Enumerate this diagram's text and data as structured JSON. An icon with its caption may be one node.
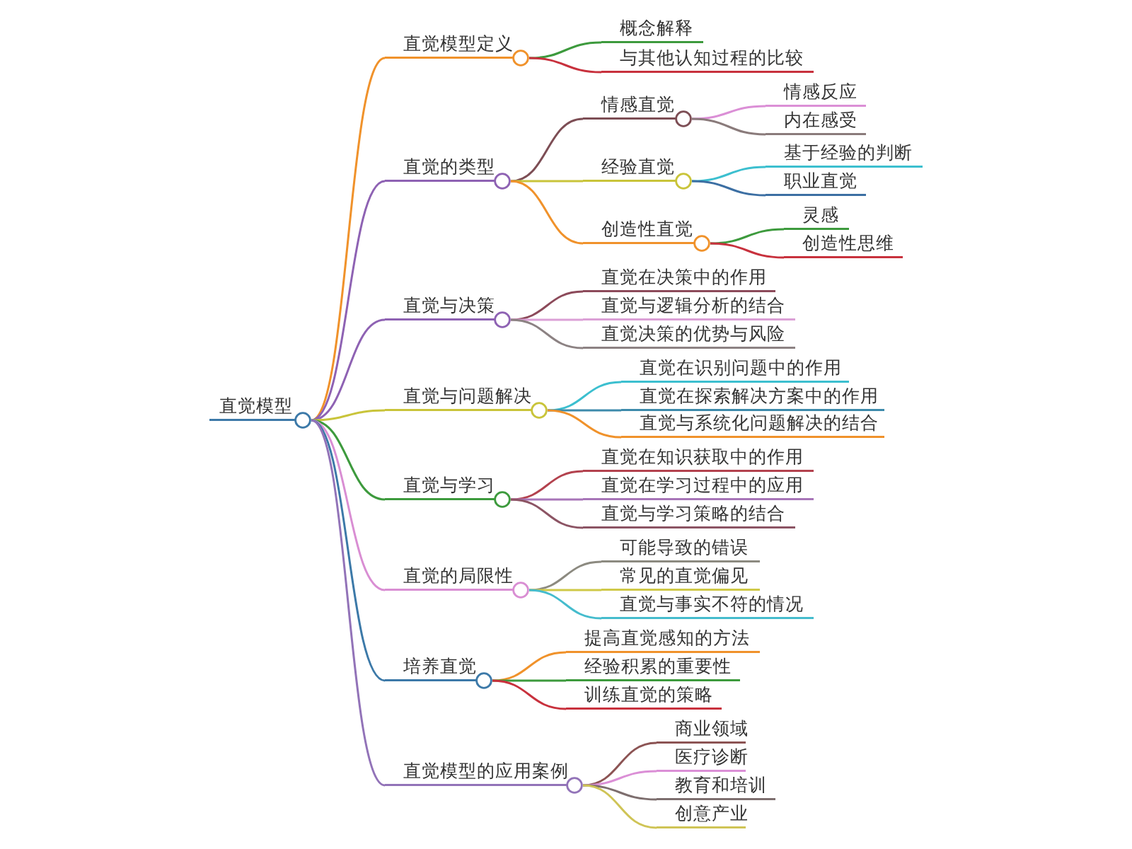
{
  "diagram": {
    "nodes": [
      {
        "text": [
          "直觉模型"
        ]
      },
      {
        "text": [
          "直觉模型定义"
        ]
      },
      {
        "text": [
          "概念解释"
        ]
      },
      {
        "text": [
          "与其他认知过程的比较"
        ]
      },
      {
        "text": [
          "直觉的类型"
        ]
      },
      {
        "text": [
          "情感直觉"
        ]
      },
      {
        "text": [
          "情感反应"
        ]
      },
      {
        "text": [
          "内在感受"
        ]
      },
      {
        "text": [
          "经验直觉"
        ]
      },
      {
        "text": [
          "基于经验的判断"
        ]
      },
      {
        "text": [
          "职业直觉"
        ]
      },
      {
        "text": [
          "创造性直觉"
        ]
      },
      {
        "text": [
          "灵感"
        ]
      },
      {
        "text": [
          "创造性思维"
        ]
      },
      {
        "text": [
          "直觉与决策"
        ]
      },
      {
        "text": [
          "直觉在决策中的作用"
        ]
      },
      {
        "text": [
          "直觉与逻辑分析的结合"
        ]
      },
      {
        "text": [
          "直觉决策的优势与风险"
        ]
      },
      {
        "text": [
          "直觉与问题解决"
        ]
      },
      {
        "text": [
          "直觉在识别问题中的作用"
        ]
      },
      {
        "text": [
          "直觉在探索解决方案中的作用"
        ]
      },
      {
        "text": [
          "直觉与系统化问题解决的结合"
        ]
      },
      {
        "text": [
          "直觉与学习"
        ]
      },
      {
        "text": [
          "直觉在知识获取中的作用"
        ]
      },
      {
        "text": [
          "直觉在学习过程中的应用"
        ]
      },
      {
        "text": [
          "直觉与学习策略的结合"
        ]
      },
      {
        "text": [
          "直觉的局限性"
        ]
      },
      {
        "text": [
          "可能导致的错误"
        ]
      },
      {
        "text": [
          "常见的直觉偏见"
        ]
      },
      {
        "text": [
          "直觉与事实不符的情况"
        ]
      },
      {
        "text": [
          "培养直觉"
        ]
      },
      {
        "text": [
          "提高直觉感知的方法"
        ]
      },
      {
        "text": [
          "经验积累的重要性"
        ]
      },
      {
        "text": [
          "训练直觉的策略"
        ]
      },
      {
        "text": [
          "直觉模型的应用案例"
        ]
      },
      {
        "text": [
          "商业领域"
        ]
      },
      {
        "text": [
          "医疗诊断"
        ]
      },
      {
        "text": [
          "教育和培训"
        ]
      },
      {
        "text": [
          "创意产业"
        ]
      }
    ],
    "edges": [
      {
        "from": 0,
        "to": 1,
        "arrow": "none",
        "color": "#f0922b"
      },
      {
        "from": 1,
        "to": 2,
        "arrow": "none",
        "color": "#3d9a3d"
      },
      {
        "from": 1,
        "to": 3,
        "arrow": "none",
        "color": "#c8313d"
      },
      {
        "from": 0,
        "to": 4,
        "arrow": "none",
        "color": "#8e62b3"
      },
      {
        "from": 4,
        "to": 5,
        "arrow": "none",
        "color": "#7d4e55"
      },
      {
        "from": 5,
        "to": 6,
        "arrow": "none",
        "color": "#db8fd6"
      },
      {
        "from": 5,
        "to": 7,
        "arrow": "none",
        "color": "#8a7b7b"
      },
      {
        "from": 4,
        "to": 8,
        "arrow": "none",
        "color": "#c9c43a"
      },
      {
        "from": 8,
        "to": 9,
        "arrow": "none",
        "color": "#3cbfcf"
      },
      {
        "from": 8,
        "to": 10,
        "arrow": "none",
        "color": "#3c6fa3"
      },
      {
        "from": 4,
        "to": 11,
        "arrow": "none",
        "color": "#f0922b"
      },
      {
        "from": 11,
        "to": 12,
        "arrow": "none",
        "color": "#3d9a3d"
      },
      {
        "from": 11,
        "to": 13,
        "arrow": "none",
        "color": "#c8313d"
      },
      {
        "from": 0,
        "to": 14,
        "arrow": "none",
        "color": "#8e62b3"
      },
      {
        "from": 14,
        "to": 15,
        "arrow": "none",
        "color": "#8c4a5a"
      },
      {
        "from": 14,
        "to": 16,
        "arrow": "none",
        "color": "#dba0d6"
      },
      {
        "from": 14,
        "to": 17,
        "arrow": "none",
        "color": "#8c8283"
      },
      {
        "from": 0,
        "to": 18,
        "arrow": "none",
        "color": "#c9c43a"
      },
      {
        "from": 18,
        "to": 19,
        "arrow": "none",
        "color": "#3cbfcf"
      },
      {
        "from": 18,
        "to": 20,
        "arrow": "none",
        "color": "#3d8aab"
      },
      {
        "from": 18,
        "to": 21,
        "arrow": "none",
        "color": "#f0922b"
      },
      {
        "from": 0,
        "to": 22,
        "arrow": "none",
        "color": "#3d9a3d"
      },
      {
        "from": 22,
        "to": 23,
        "arrow": "none",
        "color": "#b3424e"
      },
      {
        "from": 22,
        "to": 24,
        "arrow": "none",
        "color": "#a775b8"
      },
      {
        "from": 22,
        "to": 25,
        "arrow": "none",
        "color": "#8c5464"
      },
      {
        "from": 0,
        "to": 26,
        "arrow": "none",
        "color": "#d98ed3"
      },
      {
        "from": 26,
        "to": 27,
        "arrow": "none",
        "color": "#8c8a80"
      },
      {
        "from": 26,
        "to": 28,
        "arrow": "none",
        "color": "#cfc948"
      },
      {
        "from": 26,
        "to": 29,
        "arrow": "none",
        "color": "#45bccd"
      },
      {
        "from": 0,
        "to": 30,
        "arrow": "none",
        "color": "#3c79a8"
      },
      {
        "from": 30,
        "to": 31,
        "arrow": "none",
        "color": "#f0922b"
      },
      {
        "from": 30,
        "to": 32,
        "arrow": "none",
        "color": "#3d9a3d"
      },
      {
        "from": 30,
        "to": 33,
        "arrow": "none",
        "color": "#c8313d"
      },
      {
        "from": 0,
        "to": 34,
        "arrow": "none",
        "color": "#9273b8"
      },
      {
        "from": 34,
        "to": 35,
        "arrow": "none",
        "color": "#8c5454"
      },
      {
        "from": 34,
        "to": 36,
        "arrow": "none",
        "color": "#db8fd6"
      },
      {
        "from": 34,
        "to": 37,
        "arrow": "none",
        "color": "#7d6e6e"
      },
      {
        "from": 34,
        "to": 38,
        "arrow": "none",
        "color": "#cfc456"
      }
    ]
  }
}
